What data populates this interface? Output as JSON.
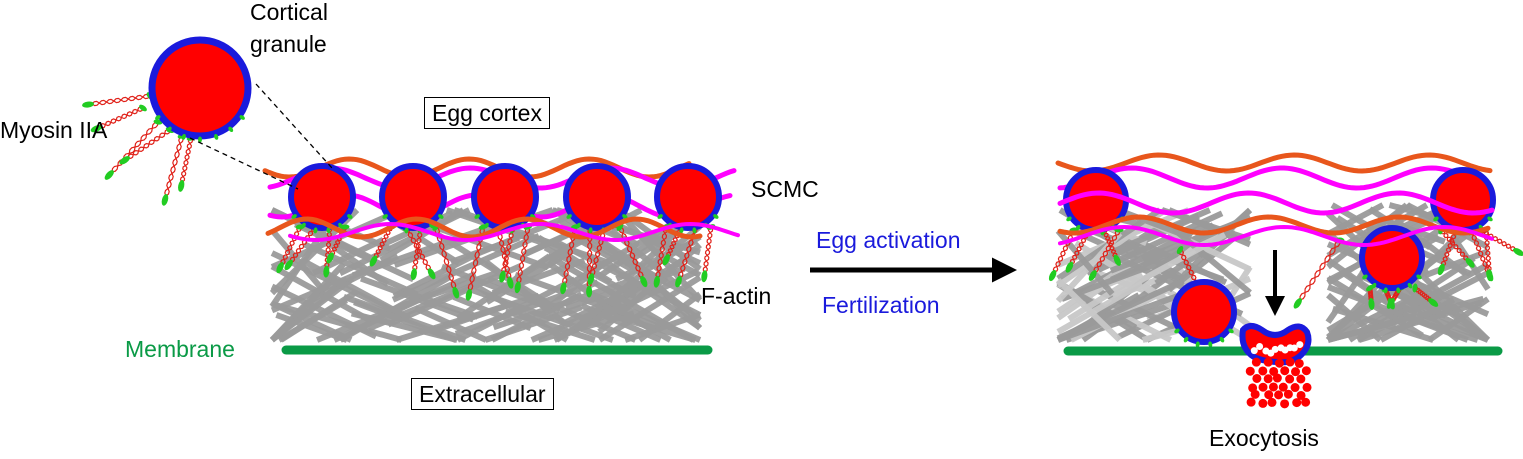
{
  "labels": {
    "cortical_granule": "Cortical\ngranule",
    "myosin": "Myosin IIA",
    "egg_cortex": "Egg cortex",
    "scmc": "SCMC",
    "f_actin": "F-actin",
    "membrane": "Membrane",
    "extracellular": "Extracellular",
    "egg_activation": "Egg activation",
    "fertilization": "Fertilization",
    "exocytosis": "Exocytosis"
  },
  "colors": {
    "granule_fill": "#ff0000",
    "granule_ring": "#1a1adc",
    "scmc_magenta": "#ff00ff",
    "scmc_orange": "#e8561c",
    "actin_gray": "#9a9a9a",
    "actin_light": "#c8c8c8",
    "myosin_red": "#e0221a",
    "myosin_head": "#22cc22",
    "membrane_green": "#0a9a46",
    "activation_blue": "#1a1adc",
    "arrow": "#000000"
  }
}
